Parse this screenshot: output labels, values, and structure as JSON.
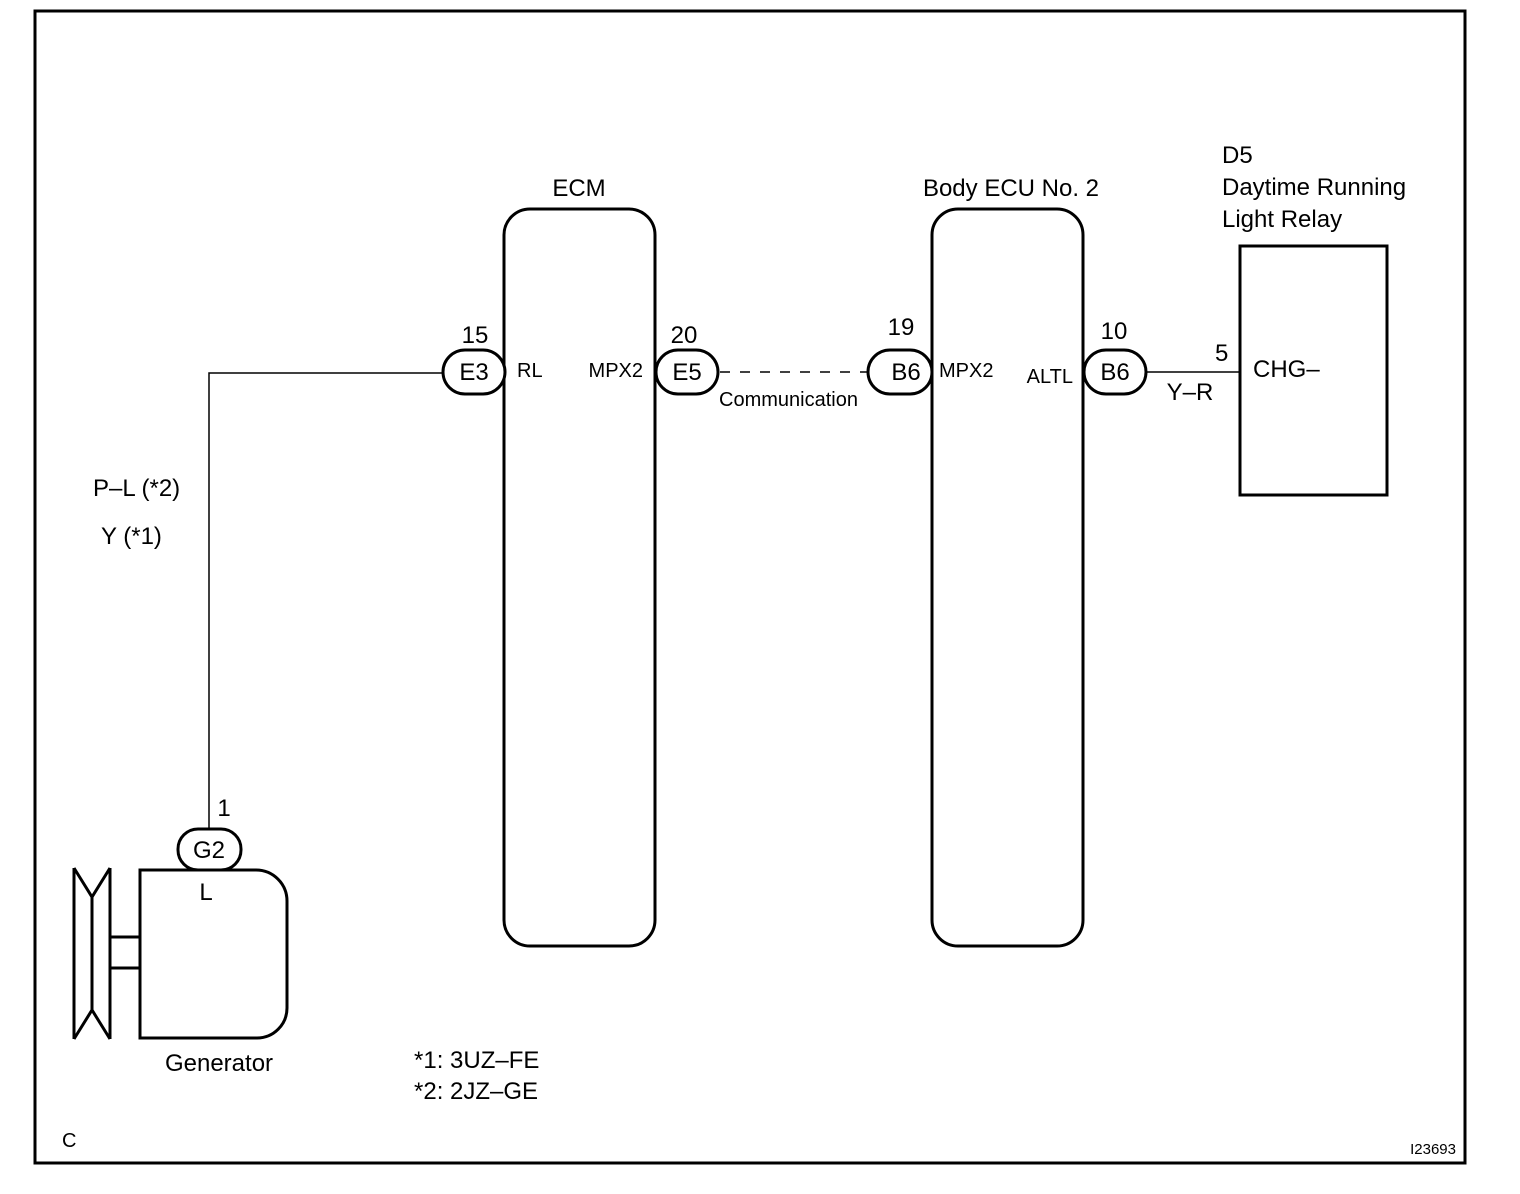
{
  "components": {
    "ecm": {
      "title": "ECM",
      "pin_left": "RL",
      "pin_right": "MPX2"
    },
    "body_ecu": {
      "title": "Body ECU No. 2",
      "pin_left": "MPX2",
      "pin_right": "ALTL"
    },
    "relay": {
      "code": "D5",
      "title_line1": "Daytime Running",
      "title_line2": "Light Relay",
      "pin": "CHG–"
    },
    "generator": {
      "title": "Generator",
      "pin": "L"
    }
  },
  "connectors": {
    "g2": {
      "code": "G2",
      "pin": "1"
    },
    "e3": {
      "code": "E3",
      "pin": "15"
    },
    "e5": {
      "code": "E5",
      "pin": "20"
    },
    "b6_left": {
      "code": "B6",
      "pin": "19"
    },
    "b6_right": {
      "code": "B6",
      "pin": "10"
    },
    "relay_pin": "5"
  },
  "wires": {
    "gen_to_ecm_line1": "P–L  (*2)",
    "gen_to_ecm_line2": "Y  (*1)",
    "ecu_to_relay": "Y–R",
    "comm": "Communication"
  },
  "notes": {
    "n1": "*1: 3UZ–FE",
    "n2": "*2: 2JZ–GE"
  },
  "corner_label": "C",
  "figure_code": "I23693"
}
